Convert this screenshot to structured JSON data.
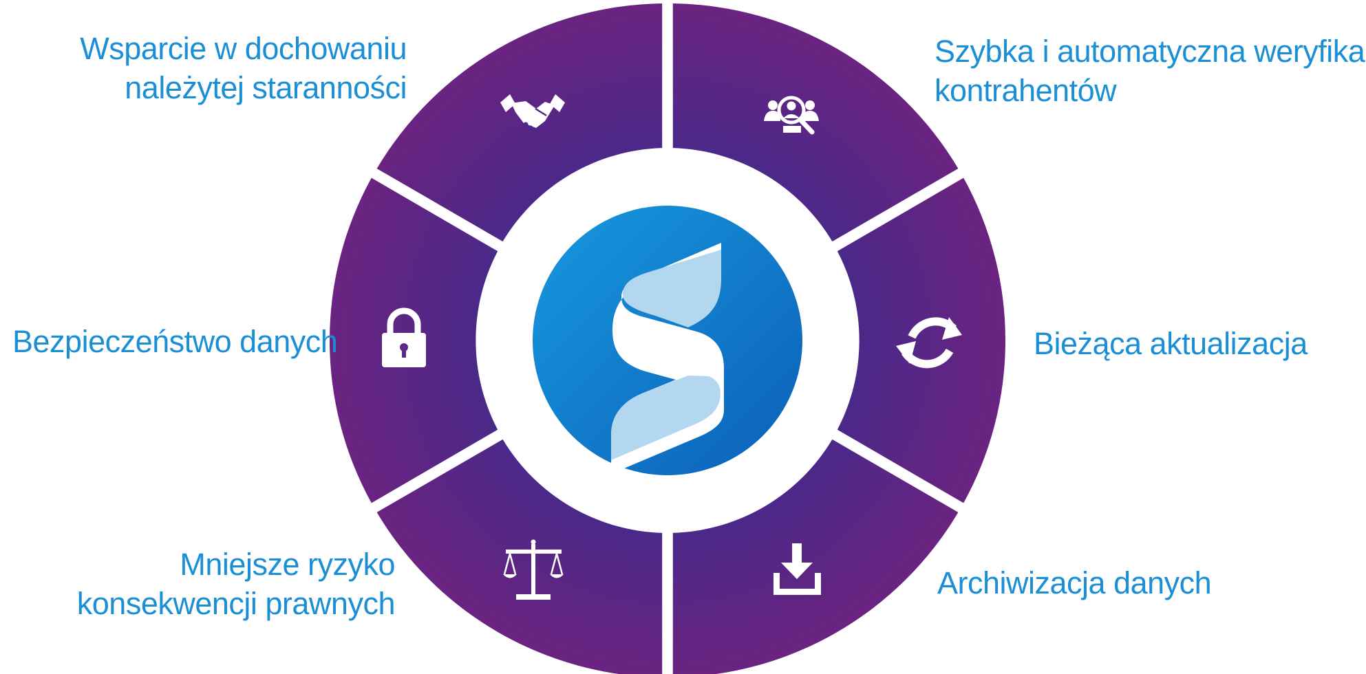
{
  "colors": {
    "ring_outer": "#6a2380",
    "ring_inner": "#3f2b8c",
    "center_light": "#1899de",
    "center_dark": "#0b5fb8",
    "label_text": "#1a8fd6",
    "icon": "#ffffff"
  },
  "segments": [
    {
      "id": "supplier-verification",
      "icon": "person-search-icon",
      "label_lines": [
        "Szybka i automatyczna weryfikacja",
        "kontrahentów"
      ]
    },
    {
      "id": "ongoing-update",
      "icon": "sync-icon",
      "label_lines": [
        "Bieżąca aktualizacja"
      ]
    },
    {
      "id": "data-archiving",
      "icon": "download-icon",
      "label_lines": [
        "Archiwizacja danych"
      ]
    },
    {
      "id": "legal-risk",
      "icon": "scales-icon",
      "label_lines": [
        "Mniejsze ryzyko",
        "konsekwencji prawnych"
      ]
    },
    {
      "id": "data-security",
      "icon": "padlock-icon",
      "label_lines": [
        "Bezpieczeństwo danych"
      ]
    },
    {
      "id": "due-diligence",
      "icon": "handshake-icon",
      "label_lines": [
        "Wsparcie w dochowaniu",
        "należytej staranności"
      ]
    }
  ],
  "center": {
    "icon": "s-logo-icon"
  }
}
